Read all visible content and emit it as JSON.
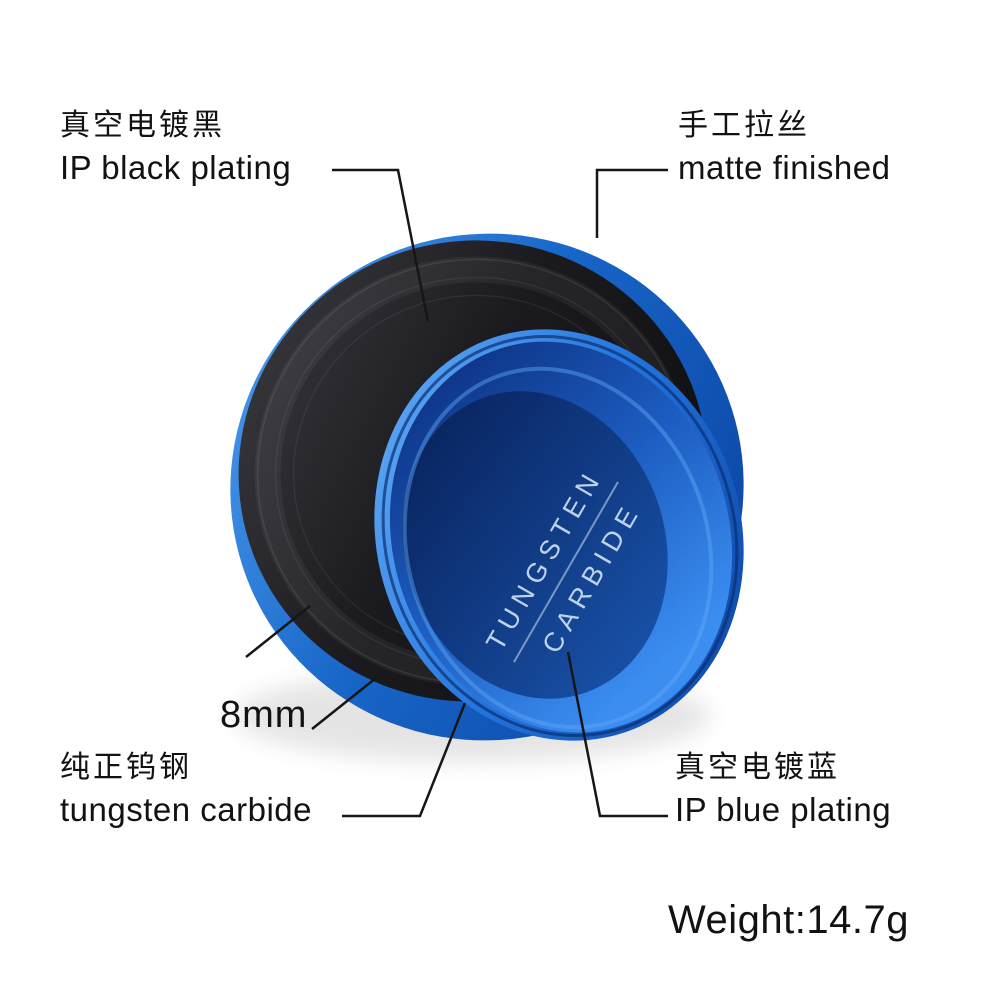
{
  "background": "#ffffff",
  "line_color": "#161616",
  "callouts": {
    "top_left": {
      "zh": "真空电镀黑",
      "en": "IP black plating"
    },
    "top_right": {
      "zh": "手工拉丝",
      "en": "matte finished"
    },
    "bottom_left": {
      "zh": "纯正钨钢",
      "en": "tungsten carbide"
    },
    "bottom_right": {
      "zh": "真空电镀蓝",
      "en": "IP blue plating"
    }
  },
  "measurement": {
    "width_label": "8mm"
  },
  "weight_label": "Weight:14.7g",
  "ring": {
    "engraving_line1": "TUNGSTEN",
    "engraving_line2": "CARBIDE",
    "colors": {
      "outer_blue": "#1766c8",
      "step_blue": "#2273dd",
      "inner_blue": "#2f86ea",
      "band_black": "#17171a",
      "engraving": "#d7e6f8"
    }
  }
}
